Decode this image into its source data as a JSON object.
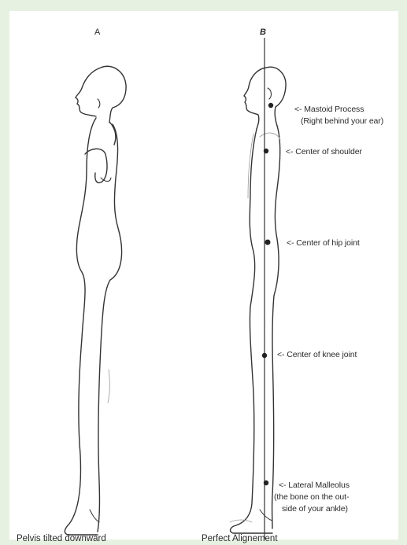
{
  "figures": {
    "a_letter": "A",
    "b_letter": "B",
    "a_caption": "Pelvis tilted downward",
    "b_caption": "Perfect Alignement"
  },
  "annotations": {
    "mastoid_line1": "<- Mastoid Process",
    "mastoid_line2": "(Right behind your ear)",
    "shoulder": "<- Center of shoulder",
    "hip": "<- Center of hip joint",
    "knee": "<- Center of knee joint",
    "malleolus_line1": "<- Lateral Malleolus",
    "malleolus_line2": "(the bone on the out-",
    "malleolus_line3": "side of your ankle)"
  },
  "colors": {
    "background": "#e7f1e1",
    "panel": "#ffffff",
    "ink": "#2a2a2a"
  }
}
